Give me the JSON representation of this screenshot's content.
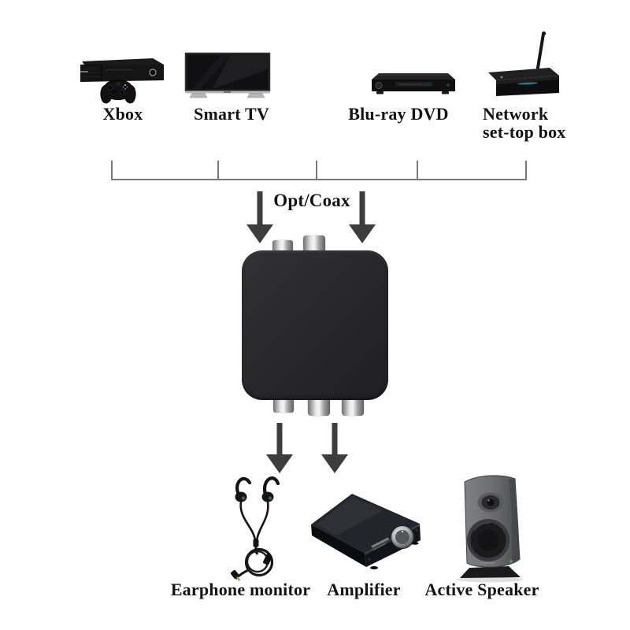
{
  "diagram": {
    "sources": [
      {
        "label": "Xbox",
        "icon": "xbox-console"
      },
      {
        "label": "Smart TV",
        "icon": "smart-tv"
      },
      {
        "label": "Blu-ray DVD",
        "icon": "blu-ray-player"
      },
      {
        "label": "Network set-top box",
        "icon": "network-set-top-box"
      }
    ],
    "input_connection": {
      "label": "Opt/Coax"
    },
    "converter": {
      "icon": "dac-audio-converter-box"
    },
    "outputs": [
      {
        "label": "Earphone monitor",
        "icon": "in-ear-earphones"
      },
      {
        "label": "Amplifier",
        "icon": "power-amplifier"
      },
      {
        "label": "Active Speaker",
        "icon": "studio-monitor-speaker"
      }
    ],
    "colors": {
      "background": "#ffffff",
      "text": "#131313",
      "arrow": "#3d3d3d",
      "bracket_line": "#7a7a7a",
      "converter_body": "#29292b"
    }
  }
}
